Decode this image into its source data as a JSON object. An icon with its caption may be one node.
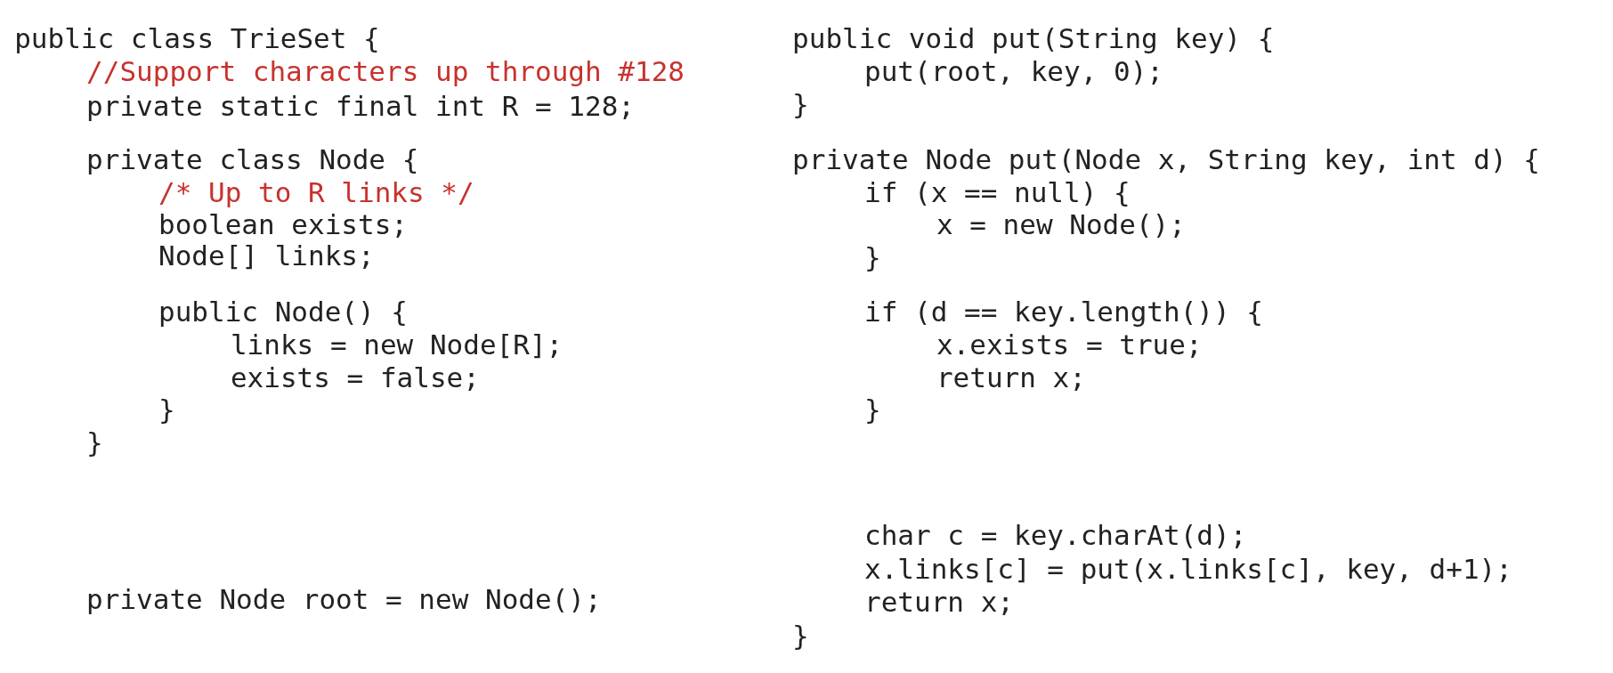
{
  "diagram": {
    "labels": [
      "public class TrieSet {",
      "//Support characters up through #128",
      "private static final int R = 128;",
      "private class Node {",
      "/* Up to R links */",
      "boolean exists;",
      "Node[] links;",
      "public Node() {",
      "links = new Node[R];",
      "exists = false;",
      "}",
      "}",
      "private Node root = new Node();",
      "public void put(String key) {",
      "put(root, key, 0);",
      "}",
      "private Node put(Node x, String key, int d) {",
      "if (x == null) {",
      "x = new Node();",
      "}",
      "if (d == key.length()) {",
      "x.exists = true;",
      "return x;",
      "}",
      "char c = key.charAt(d);",
      "x.links[c] = put(x.links[c], key, d+1);",
      "return x;",
      "}"
    ]
  }
}
